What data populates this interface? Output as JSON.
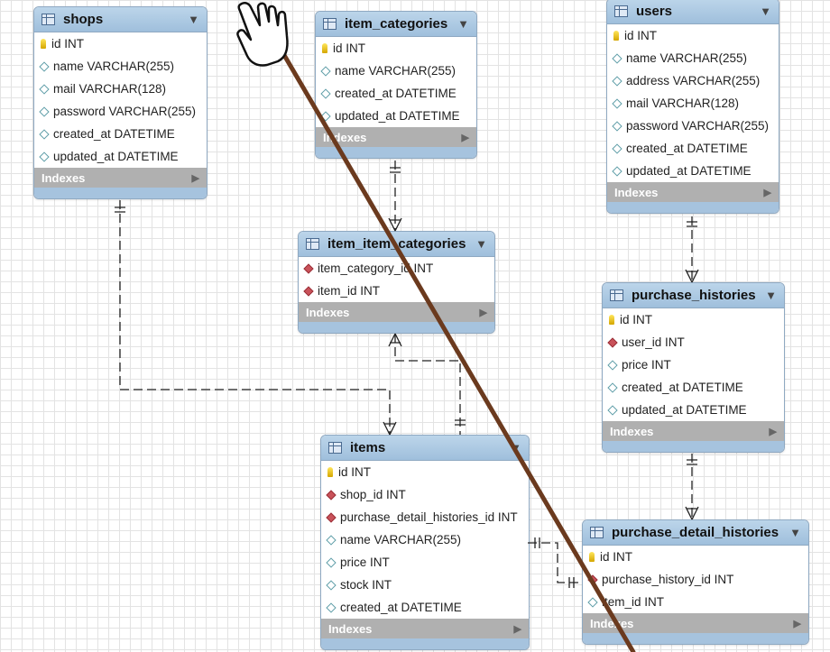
{
  "tables": {
    "shops": {
      "title": "shops",
      "columns": [
        {
          "text": "id INT",
          "kind": "pk"
        },
        {
          "text": "name VARCHAR(255)",
          "kind": "col"
        },
        {
          "text": "mail VARCHAR(128)",
          "kind": "col"
        },
        {
          "text": "password VARCHAR(255)",
          "kind": "col"
        },
        {
          "text": "created_at DATETIME",
          "kind": "col"
        },
        {
          "text": "updated_at DATETIME",
          "kind": "col"
        }
      ],
      "indexes_label": "Indexes"
    },
    "item_categories": {
      "title": "item_categories",
      "columns": [
        {
          "text": "id INT",
          "kind": "pk"
        },
        {
          "text": "name VARCHAR(255)",
          "kind": "col"
        },
        {
          "text": "created_at DATETIME",
          "kind": "col"
        },
        {
          "text": "updated_at DATETIME",
          "kind": "col"
        }
      ],
      "indexes_label": "Indexes"
    },
    "users": {
      "title": "users",
      "columns": [
        {
          "text": "id INT",
          "kind": "pk"
        },
        {
          "text": "name VARCHAR(255)",
          "kind": "col"
        },
        {
          "text": "address VARCHAR(255)",
          "kind": "col"
        },
        {
          "text": "mail VARCHAR(128)",
          "kind": "col"
        },
        {
          "text": "password VARCHAR(255)",
          "kind": "col"
        },
        {
          "text": "created_at DATETIME",
          "kind": "col"
        },
        {
          "text": "updated_at DATETIME",
          "kind": "col"
        }
      ],
      "indexes_label": "Indexes"
    },
    "item_item_categories": {
      "title": "item_item_categories",
      "columns": [
        {
          "text": "item_category_id INT",
          "kind": "fk"
        },
        {
          "text": "item_id INT",
          "kind": "fk"
        }
      ],
      "indexes_label": "Indexes"
    },
    "purchase_histories": {
      "title": "purchase_histories",
      "columns": [
        {
          "text": "id INT",
          "kind": "pk"
        },
        {
          "text": "user_id INT",
          "kind": "fk"
        },
        {
          "text": "price INT",
          "kind": "col"
        },
        {
          "text": "created_at DATETIME",
          "kind": "col"
        },
        {
          "text": "updated_at DATETIME",
          "kind": "col"
        }
      ],
      "indexes_label": "Indexes"
    },
    "items": {
      "title": "items",
      "columns": [
        {
          "text": "id INT",
          "kind": "pk"
        },
        {
          "text": "shop_id INT",
          "kind": "fk"
        },
        {
          "text": "purchase_detail_histories_id INT",
          "kind": "fk"
        },
        {
          "text": "name VARCHAR(255)",
          "kind": "col"
        },
        {
          "text": "price INT",
          "kind": "col"
        },
        {
          "text": "stock INT",
          "kind": "col"
        },
        {
          "text": "created_at DATETIME",
          "kind": "col"
        }
      ],
      "indexes_label": "Indexes"
    },
    "purchase_detail_histories": {
      "title": "purchase_detail_histories",
      "columns": [
        {
          "text": "id INT",
          "kind": "pk"
        },
        {
          "text": "purchase_history_id INT",
          "kind": "fk"
        },
        {
          "text": "item_id INT",
          "kind": "col"
        }
      ],
      "indexes_label": "Indexes"
    }
  },
  "colors": {
    "header": "#a9c7e2",
    "indexes_bar": "#b0b0b0",
    "foreign_key": "#c9525a",
    "primary_key": "#e8c21a",
    "pen_stroke": "#6b3a1e"
  },
  "icons": {
    "table": "table-icon",
    "collapse": "collapse-arrow-icon",
    "primary_key": "key-icon",
    "foreign_key": "foreign-key-diamond-icon",
    "column": "column-diamond-icon",
    "expand_indexes": "expand-arrow-icon",
    "cursor": "hand-cursor-icon"
  }
}
